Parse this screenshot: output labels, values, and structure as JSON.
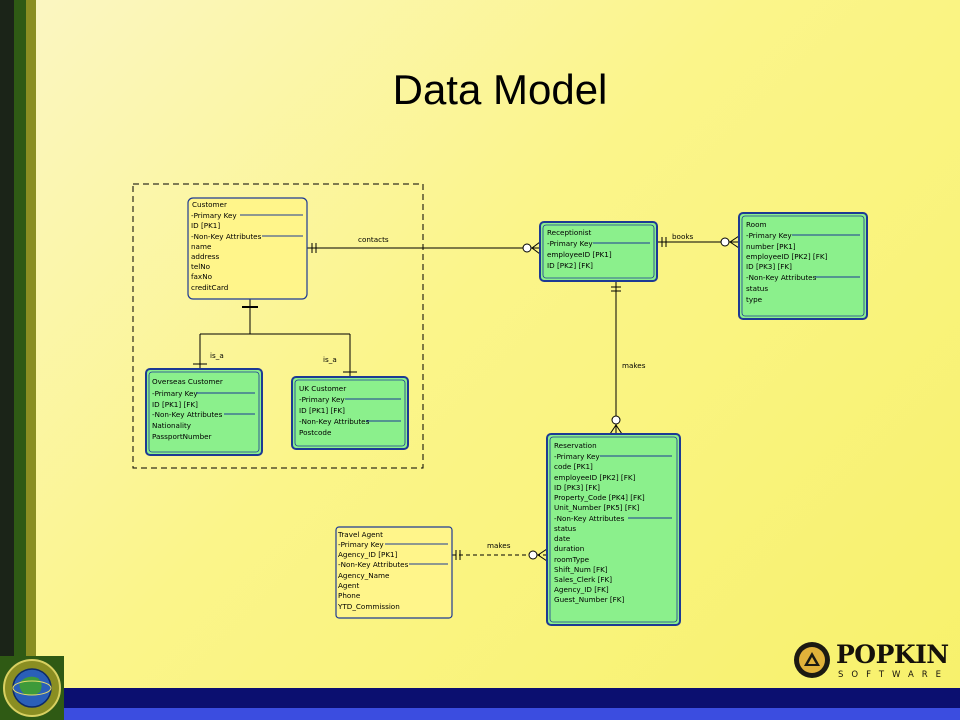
{
  "slide": {
    "title": "Data Model",
    "colors": {
      "background": "#fbf58a",
      "entity_green": "#8bf08c",
      "entity_yellow": "#fff58a",
      "border_blue": "#1d3a94",
      "bottom_bar": "#0b0f70"
    }
  },
  "entities": {
    "customer": {
      "name": "Customer",
      "lines": [
        "-Primary Key",
        "ID [PK1]",
        "-Non-Key Attributes",
        "name",
        "address",
        "telNo",
        "faxNo",
        "creditCard"
      ]
    },
    "overseas_customer": {
      "name": "Overseas Customer",
      "lines": [
        "-Primary Key",
        "ID [PK1] [FK]",
        "-Non-Key Attributes",
        "Nationality",
        "PassportNumber"
      ]
    },
    "uk_customer": {
      "name": "UK Customer",
      "lines": [
        "-Primary Key",
        "ID [PK1] [FK]",
        "-Non-Key Attributes",
        "Postcode"
      ]
    },
    "receptionist": {
      "name": "Receptionist",
      "lines": [
        "-Primary Key",
        "employeeID [PK1]",
        "ID [PK2] [FK]"
      ]
    },
    "room": {
      "name": "Room",
      "lines": [
        "-Primary Key",
        "number [PK1]",
        "employeeID [PK2] [FK]",
        "ID [PK3] [FK]",
        "-Non-Key Attributes",
        "status",
        "type"
      ]
    },
    "reservation": {
      "name": "Reservation",
      "lines": [
        "-Primary Key",
        "code [PK1]",
        "employeeID [PK2] [FK]",
        "ID [PK3] [FK]",
        "Property_Code [PK4] [FK]",
        "Unit_Number [PK5] [FK]",
        "-Non-Key Attributes",
        "status",
        "date",
        "duration",
        "roomType",
        "Shift_Num [FK]",
        "Sales_Clerk [FK]",
        "Agency_ID [FK]",
        "Guest_Number [FK]"
      ]
    },
    "travel_agent": {
      "name": "Travel Agent",
      "lines": [
        "-Primary Key",
        "Agency_ID [PK1]",
        "-Non-Key Attributes",
        "Agency_Name",
        "Agent",
        "Phone",
        "YTD_Commission"
      ]
    }
  },
  "relationships": {
    "contacts": "contacts",
    "books": "books",
    "makes_reservation": "makes",
    "makes_agent": "makes",
    "is_a_overseas": "is_a",
    "is_a_uk": "is_a"
  },
  "logo": {
    "word": "POPKIN",
    "sub": "SOFTWARE"
  },
  "icons": {
    "logo_mark": "popkin-logo-icon",
    "globe": "globe-seal-icon"
  }
}
